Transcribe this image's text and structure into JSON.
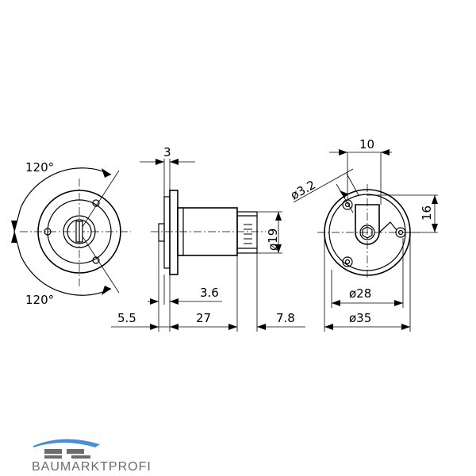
{
  "drawing": {
    "angle_top": "120°",
    "angle_bottom": "120°",
    "dims_side": {
      "flange": "3",
      "diameter_body": "ø19",
      "step": "3.6",
      "front": "5.5",
      "length": "27",
      "tip": "7.8"
    },
    "dims_rear": {
      "hole": "ø3.2",
      "offset_x": "10",
      "offset_y": "16",
      "bolt_circle": "ø28",
      "outer": "ø35"
    }
  },
  "brand": {
    "name": "BAUMARKTPROFI",
    "colors": {
      "blue": "#4a8fd4",
      "gray": "#6c6c6c"
    }
  }
}
